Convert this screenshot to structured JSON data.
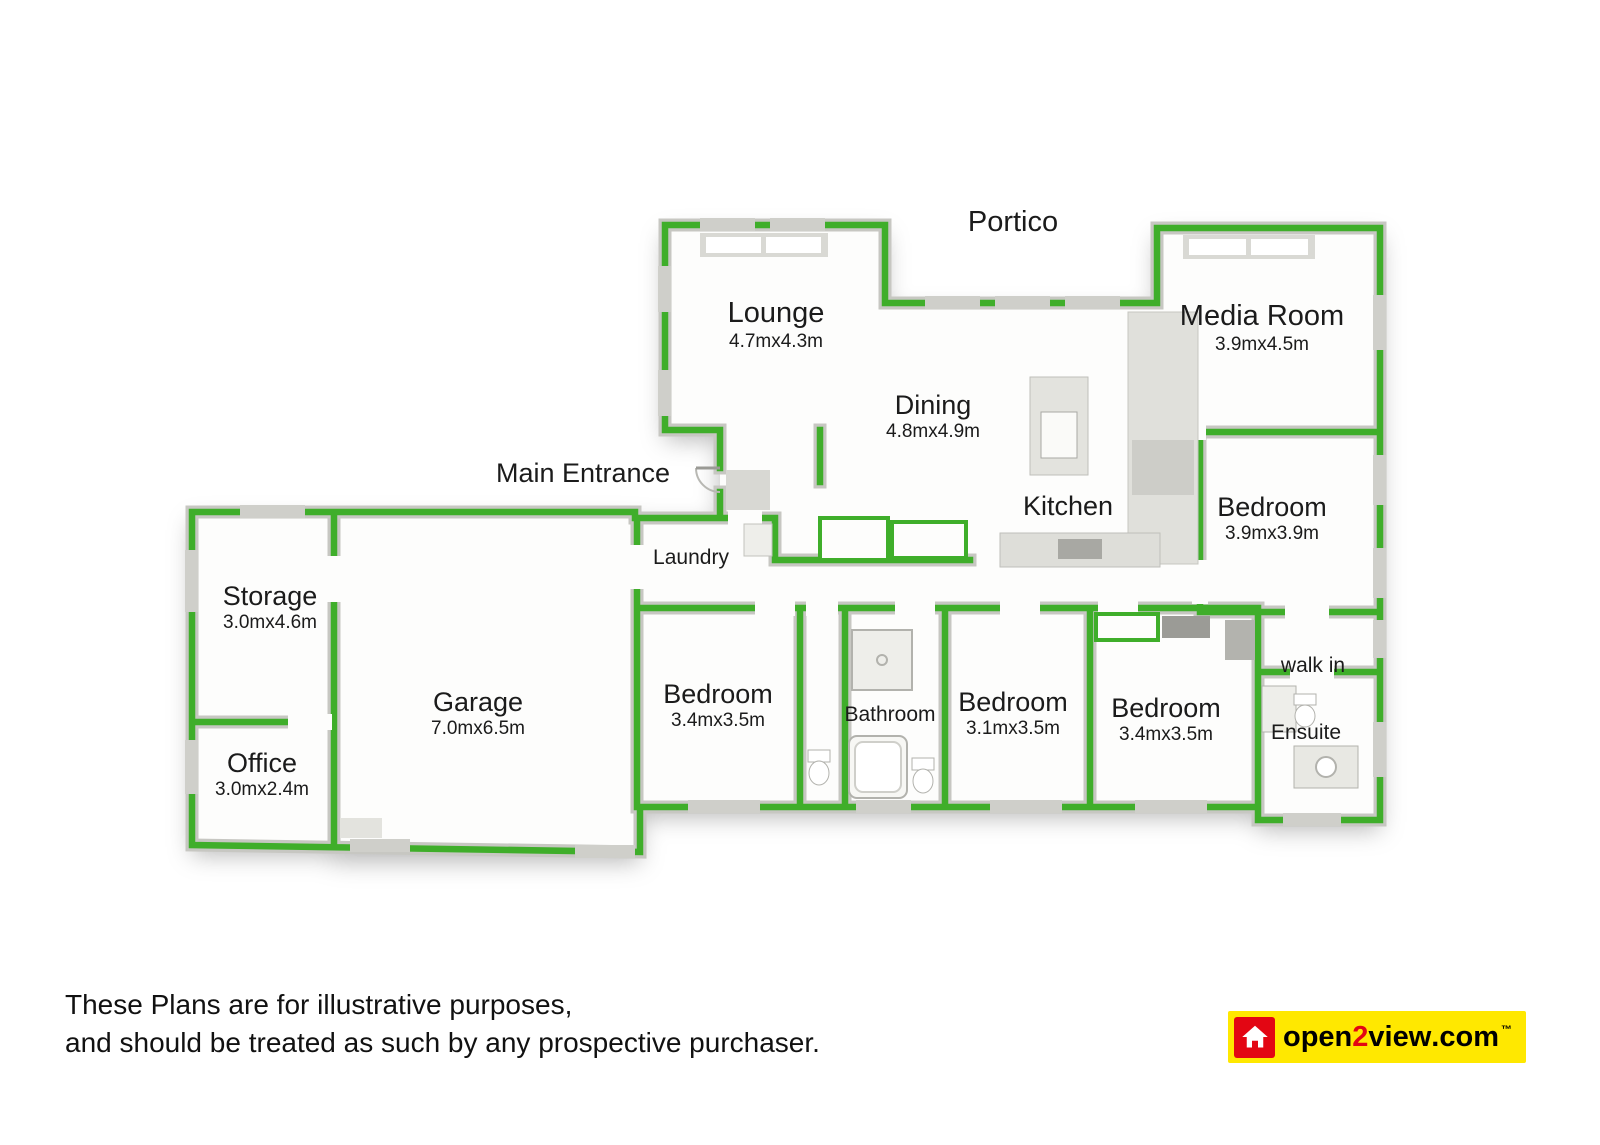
{
  "page": {
    "background": "#ffffff"
  },
  "plan": {
    "rooms": [
      {
        "id": "portico",
        "name": "Portico",
        "dims": ""
      },
      {
        "id": "lounge",
        "name": "Lounge",
        "dims": "4.7mx4.3m"
      },
      {
        "id": "media-room",
        "name": "Media Room",
        "dims": "3.9mx4.5m"
      },
      {
        "id": "dining",
        "name": "Dining",
        "dims": "4.8mx4.9m"
      },
      {
        "id": "main-entrance",
        "name": "Main Entrance",
        "dims": ""
      },
      {
        "id": "kitchen",
        "name": "Kitchen",
        "dims": ""
      },
      {
        "id": "bedroom-1",
        "name": "Bedroom",
        "dims": "3.9mx3.9m"
      },
      {
        "id": "laundry",
        "name": "Laundry",
        "dims": ""
      },
      {
        "id": "storage",
        "name": "Storage",
        "dims": "3.0mx4.6m"
      },
      {
        "id": "garage",
        "name": "Garage",
        "dims": "7.0mx6.5m"
      },
      {
        "id": "bedroom-2",
        "name": "Bedroom",
        "dims": "3.4mx3.5m"
      },
      {
        "id": "bathroom",
        "name": "Bathroom",
        "dims": ""
      },
      {
        "id": "bedroom-3",
        "name": "Bedroom",
        "dims": "3.1mx3.5m"
      },
      {
        "id": "bedroom-4",
        "name": "Bedroom",
        "dims": "3.4mx3.5m"
      },
      {
        "id": "walk-in",
        "name": "walk in",
        "dims": ""
      },
      {
        "id": "ensuite",
        "name": "Ensuite",
        "dims": ""
      },
      {
        "id": "office",
        "name": "Office",
        "dims": "3.0mx2.4m"
      }
    ],
    "colors": {
      "wall_outline_green": "#3fae2a",
      "wall_gray": "#c7c7c2",
      "floor_white": "#fdfdfc"
    }
  },
  "disclaimer": {
    "line1": "These Plans are for illustrative purposes,",
    "line2": "and should be treated as such by any prospective purchaser."
  },
  "logo": {
    "brand_pre": "open",
    "brand_two": "2",
    "brand_post": "view",
    "brand_tld": ".com",
    "trademark": "™",
    "icons": {
      "logo_house": "house-icon"
    },
    "colors": {
      "background_yellow": "#ffe800",
      "accent_red": "#e30613",
      "text_black": "#000000"
    }
  }
}
